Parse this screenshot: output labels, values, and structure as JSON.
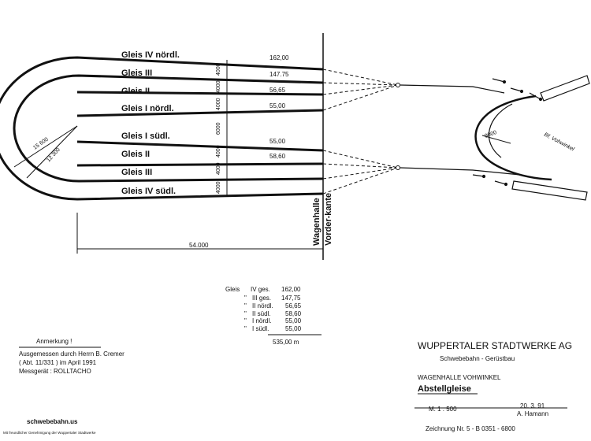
{
  "tracks": [
    {
      "id": "iv-nord",
      "label": "Gleis  IV nördl.",
      "length": "162,00",
      "spacing": ""
    },
    {
      "id": "iii-nord",
      "label": "Gleis  III",
      "length": "147.75",
      "spacing": "4000"
    },
    {
      "id": "ii-nord",
      "label": "Gleis  II",
      "length": "56,65",
      "spacing": "4000"
    },
    {
      "id": "i-nord",
      "label": "Gleis  I  nördl.",
      "length": "55,00",
      "spacing": "4000"
    },
    {
      "id": "i-sud",
      "label": "Gleis  I  südl.",
      "length": "55,00",
      "spacing": "6000"
    },
    {
      "id": "ii-sud",
      "label": "Gleis  II",
      "length": "58,60",
      "spacing": "4000"
    },
    {
      "id": "iii-sud",
      "label": "Gleis  III",
      "length": "",
      "spacing": "4000"
    },
    {
      "id": "iv-sud",
      "label": "Gleis  IV  südl.",
      "length": "",
      "spacing": "4000"
    }
  ],
  "dimensions": {
    "radius_outer": "15 600",
    "radius_inner": "12 300",
    "total_length": "54.000",
    "loop_radius": "9000",
    "hall_edge": "Wagenhalle\nVorder-kante",
    "hall_edge_1": "Wagenhalle",
    "hall_edge_2": "Vorder-kante",
    "route_label": "Bf. Vohwinkel"
  },
  "summary": {
    "rows": [
      {
        "prefix": "Gleis",
        "name": "IV  ges.",
        "value": "162,00"
      },
      {
        "prefix": "\"",
        "name": "III  ges.",
        "value": "147,75"
      },
      {
        "prefix": "\"",
        "name": "II  nördl.",
        "value": "56,65"
      },
      {
        "prefix": "\"",
        "name": "II  südl.",
        "value": "58,60"
      },
      {
        "prefix": "\"",
        "name": "I  nördl.",
        "value": "55,00"
      },
      {
        "prefix": "\"",
        "name": "I  südl.",
        "value": "55,00"
      }
    ],
    "total": "535,00 m"
  },
  "notes": {
    "heading": "Anmerkung !",
    "line1": "Ausgemessen  durch  Herrn  B. Cremer",
    "line2": "( Abt.  11/331 )    im  April  1991",
    "line3": "Messgerät :  ROLLTACHO"
  },
  "titleblock": {
    "company": "WUPPERTALER  STADTWERKE  AG",
    "dept": "Schwebebahn - Gerüstbau",
    "location": "WAGENHALLE  VOHWINKEL",
    "subject": "Abstellgleise",
    "scale": "M.  1 : 500",
    "date": "20. 3. 91",
    "author": "A. Hamann",
    "drawing_no": "Zeichnung  Nr.     5 - B    0351 - 6800"
  },
  "footer": {
    "site": "schwebebahn.us",
    "credit": "Mit freundlicher Genehmigung der Wuppertaler Stadtwerke"
  }
}
